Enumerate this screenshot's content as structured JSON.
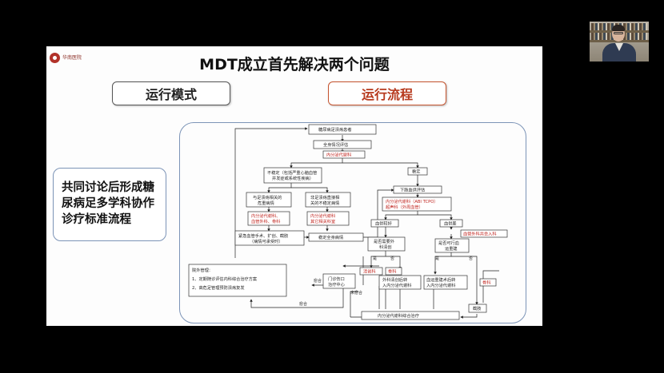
{
  "slide": {
    "logo_text": "华南医院",
    "title": "MDT成立首先解决两个问题",
    "mode_label": "运行模式",
    "flow_label": "运行流程",
    "left_text": "共同讨论后形成糖尿病足多学科协作诊疗标准流程"
  },
  "flowchart": {
    "n_patient": "糖尿病足溃疡患者",
    "n_assess": "全身情况评估",
    "n_endo": "内分泌代谢科",
    "n_unstable_1": "不稳定（包括严重心脑血管",
    "n_unstable_2": "并发症或系统性疾病）",
    "n_stable": "稳定",
    "n_ulcer_rel_1": "与足溃疡相关的",
    "n_ulcer_rel_2": "危重病情",
    "n_ulcer_unrel_1": "非足溃疡直接相",
    "n_ulcer_unrel_2": "关的不稳定病情",
    "n_lower_eval": "下肢血供评估",
    "n_endo_vasc_1": "内分泌代谢科（ABI  TCPO）",
    "n_endo_vasc_2": "超声科（外周血管）",
    "n_emerg_dept_1": "内分泌代谢科、",
    "n_emerg_dept_2": "血管外科、骨科",
    "n_other_dept_1": "内分泌代谢科",
    "n_other_dept_2": "其它相关科室",
    "n_emergency_1": "紧急血管手术、扩创、截肢",
    "n_emergency_2": "（病情可承受时）",
    "n_stable_body": "稳定全身病情",
    "n_good_supply": "血供较好",
    "n_poor_supply": "血供差",
    "n_vasc_surgery": "血管外科共会入科",
    "n_need_surgery_1": "是否需要外",
    "n_need_surgery_2": "科清创",
    "n_revasc_1": "是否可行血",
    "n_revasc_2": "运重建",
    "n_yes": "是",
    "n_no": "否",
    "n_debride": "清创科",
    "n_bone": "骨科",
    "n_surg_debride_1": "外科清创后转",
    "n_surg_debride_2": "入内分泌代谢科",
    "n_vasc_rebuild_1": "血运重建术后转",
    "n_vasc_rebuild_2": "入内分泌代谢科",
    "n_bone2": "骨科",
    "n_amputation": "截肢",
    "n_combined": "内分泌代谢科综合治疗",
    "n_outpatient_1": "门诊伤口",
    "n_outpatient_2": "治疗中心",
    "n_discharge_title": "院外管理：",
    "n_discharge_1": "1、定期随诊评估内科综合治疗方案",
    "n_discharge_2": "2、高危足管理预防溃疡复发",
    "lbl_heal_1": "愈合",
    "lbl_heal_2": "愈合",
    "lbl_not_heal": "未愈合"
  }
}
